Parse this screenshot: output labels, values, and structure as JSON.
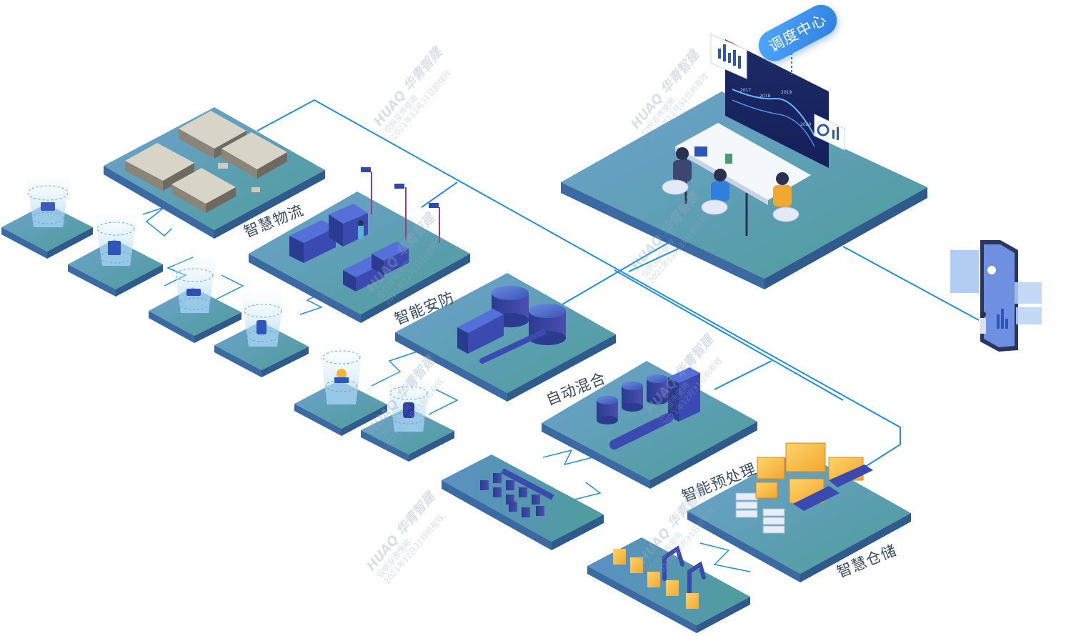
{
  "center": {
    "label": "调度中心"
  },
  "zones": {
    "logistics": "智慧物流",
    "security": "智能安防",
    "mixing": "自动混合",
    "pretreatment": "智能预处理",
    "warehouse": "智慧仓储"
  },
  "dashboard": {
    "years": [
      "2017",
      "2018",
      "2019",
      "2020"
    ]
  },
  "watermark": {
    "brand": "HUAQ",
    "brand_cn": "华青智建",
    "line1": "仅供宣传使用",
    "line2": "2021年12月31日前有效"
  },
  "colors": {
    "platform_top": "#5f98c6",
    "platform_side": "#3f74a8",
    "connector": "#1f8fe0",
    "pill": "#3a8ff0"
  }
}
